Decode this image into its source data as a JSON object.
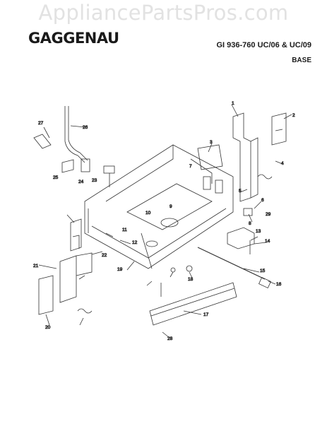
{
  "watermark": "AppliancePartsPros.com",
  "brand": "GAGGENAU",
  "model": "GI 936-760 UC/06 & UC/09",
  "section": "BASE",
  "callouts": [
    "1",
    "2",
    "3",
    "4",
    "5",
    "6",
    "7",
    "8",
    "9",
    "10",
    "11",
    "12",
    "13",
    "14",
    "15",
    "16",
    "17",
    "18",
    "19",
    "20",
    "21",
    "22",
    "23",
    "24",
    "25",
    "26",
    "27",
    "28",
    "29"
  ]
}
